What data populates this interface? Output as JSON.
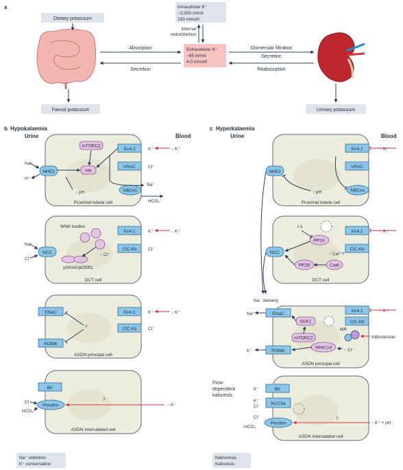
{
  "panel_a": {
    "letter": "a",
    "dietary": "Dietary potassium",
    "faecal": "Faecal potassium",
    "urinary": "Urinary potassium",
    "intracellular": [
      "Intracellular K⁺",
      "~3,500 mmol",
      "150 mmol/l"
    ],
    "extracellular": [
      "Extracellular K⁺",
      "~65 mmol",
      "4.0 mmol/l"
    ],
    "internal": [
      "Internal",
      "redistribution"
    ],
    "absorption": "Absorption",
    "secretion_left": "Secretion",
    "glomerular": "Glomerular filtration",
    "secretion_right": "Secretion",
    "reabsorption": "Reabsorption"
  },
  "panel_b": {
    "letter": "b",
    "title": "Hypokalaemia",
    "urine": "Urine",
    "blood": "Blood",
    "proximal": {
      "cell": "Proximal tubule cell",
      "mtorc2": "mTORC2",
      "akt": "Akt",
      "nhe3": "NHE3",
      "kir": "Kir4.2",
      "vrac": "VRAC",
      "nbce1": "NBCe1",
      "na_in": "Na⁺",
      "h_out": "H⁺",
      "ph": "↓ pH",
      "k_out": "K⁺",
      "low_k": "↓ K⁺",
      "cl_out": "Cl⁻",
      "na_out": "Na⁺",
      "hco3": "HCO₃⁻"
    },
    "dct": {
      "cell": "DCT cell",
      "wnk": "WNK bodies",
      "ncc": "NCC",
      "spak": "pSPAK/pOSR1",
      "kir": "Kir4.1",
      "clc": "ClC-Kb",
      "na_in": "Na⁺",
      "cl_in": "Cl⁻",
      "cl_inner": "↓ Cl⁻",
      "k_out": "K⁺",
      "low_k": "↓ K⁺",
      "cl_out": "Cl⁻"
    },
    "principal": {
      "cell": "ASDN principal cell",
      "enac": "ENaC",
      "romk": "ROMK",
      "q": "?",
      "kir": "Kir4.1",
      "clc": "ClC-Kb",
      "k_out": "K⁺",
      "low_k": "↓ K⁺",
      "cl_out": "Cl⁻"
    },
    "intercalated": {
      "cell": "ASDN intercalated cell",
      "bk": "BK",
      "pendrin": "Pendrin",
      "cl": "Cl⁻",
      "hco3": "HCO₃",
      "q": "?",
      "low_k": "↓ K⁺"
    },
    "footer": [
      "Na⁺ retention",
      "K⁺ conservation"
    ]
  },
  "panel_c": {
    "letter": "c",
    "title": "Hyperkalaemia",
    "urine": "Urine",
    "blood": "Blood",
    "proximal": {
      "cell": "Proximal tubule cell",
      "nhe3": "NHE3",
      "kir": "Kir4.2",
      "vrac": "VRAC",
      "nbce1": "NBCe1",
      "ph": "↑ pH",
      "high_k": "↑ K⁺"
    },
    "dct": {
      "cell": "DCT cell",
      "i1": "I-1",
      "pp1a": "PP1A",
      "ncc": "NCC",
      "pp2b": "PP2B",
      "cam": "CaM",
      "ca": "↑ Ca²⁺?",
      "kir": "Kir4.1",
      "clc": "ClC-Kb",
      "high_k": "↑ K⁺"
    },
    "na_delivery": "Na⁺ delivery",
    "principal": {
      "cell": "ASDN principal cell",
      "enac": "ENaC",
      "sgk1": "SGK1",
      "mtorc2": "mTORC2",
      "romk": "ROMK",
      "wnk": "WNK1/4",
      "mr": "MR",
      "kir": "Kir4.1",
      "clc": "ClC-Kb",
      "na": "Na⁺",
      "k": "K⁺",
      "cl": "↑ Cl⁻",
      "high_k": "↑ K⁺",
      "aldosterone": "Aldosterone"
    },
    "intercalated": {
      "cell": "ASDN intercalated cell",
      "flow": [
        "Flow-",
        "dependent",
        "kaliuresis"
      ],
      "bk": "BK",
      "kcc3a": "KCC3a",
      "pendrin": "Pendrin",
      "k1": "K⁺",
      "k2": "K⁺",
      "cl1": "Cl⁻",
      "cl2": "Cl⁻",
      "hco3": "HCO₃",
      "q": "?",
      "high_k_ph": "↑ K⁺ + pH"
    },
    "footer": [
      "Natriuresis",
      "Kaliuresis"
    ]
  },
  "colors": {
    "channel": "#8cc5e8",
    "protein": "#e4c2e4",
    "cell": "#ecedde",
    "extracellular": "#f6c3c1",
    "label_box": "#dfe3ea",
    "inhibit": "#d6333c"
  }
}
